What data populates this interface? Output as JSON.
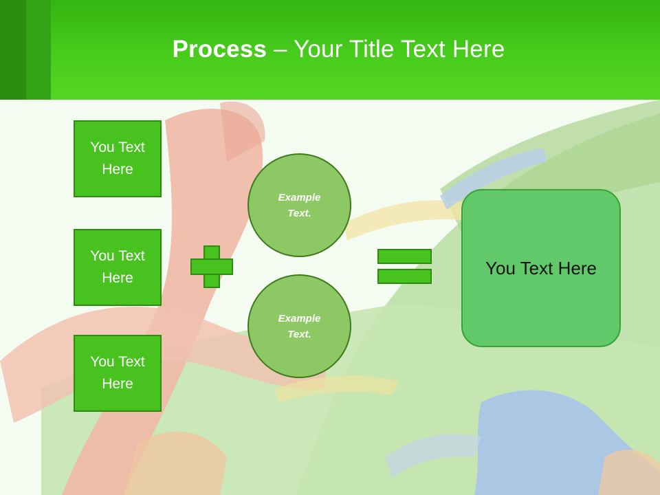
{
  "title": {
    "bold": "Process",
    "rest": " – Your Title Text Here"
  },
  "left_boxes": [
    {
      "text": "You Text Here"
    },
    {
      "text": "You Text Here"
    },
    {
      "text": "You Text Here"
    }
  ],
  "circles": [
    {
      "text": "Example Text."
    },
    {
      "text": "Example Text."
    }
  ],
  "result": {
    "text": "You Text Here"
  },
  "colors": {
    "header_green": "#48cc1c",
    "box_green": "#48c21f",
    "circle_green": "#8ec865",
    "result_green": "#62c96a"
  }
}
